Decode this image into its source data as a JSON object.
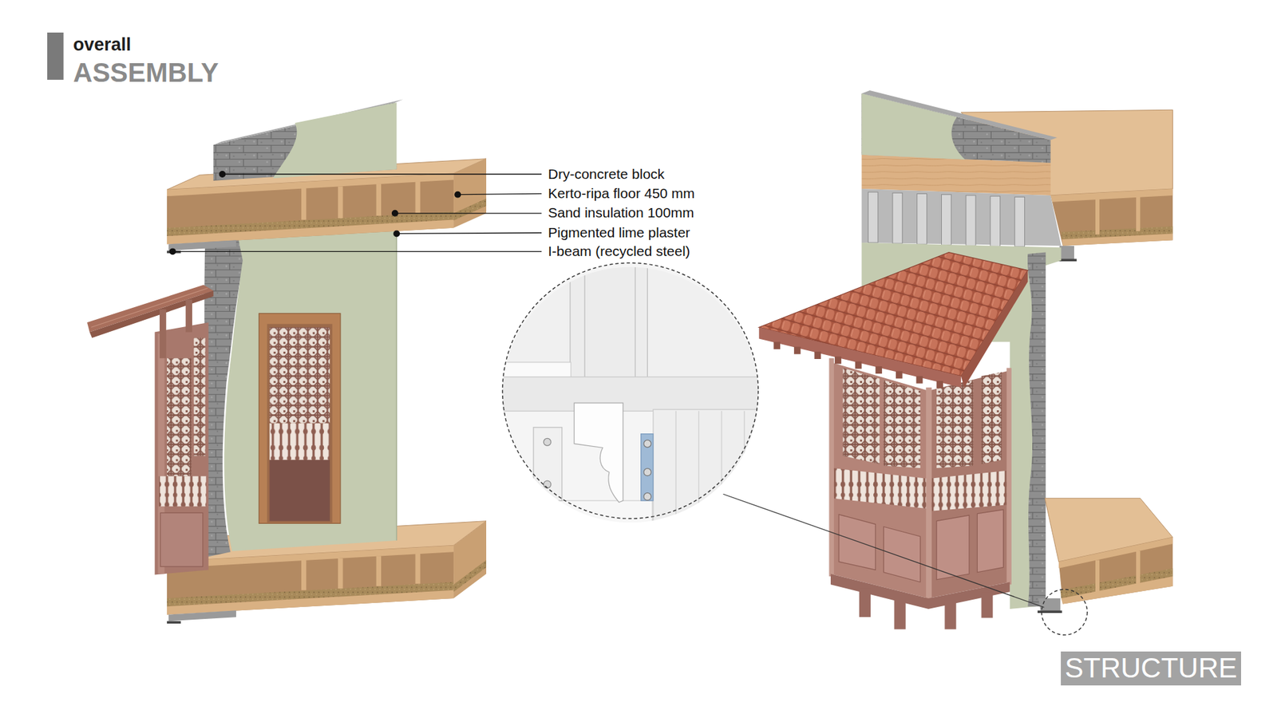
{
  "diagram": {
    "title": "ASSEMBLY",
    "nodes": [
      {
        "text": [
          "STRUCTURE"
        ]
      }
    ],
    "labels": [
      "overall",
      "Dry-concrete block",
      "Kerto-ripa floor 450 mm",
      "Sand insulation 100mm",
      "Pigmented lime plaster",
      "I-beam (recycled steel)"
    ]
  }
}
